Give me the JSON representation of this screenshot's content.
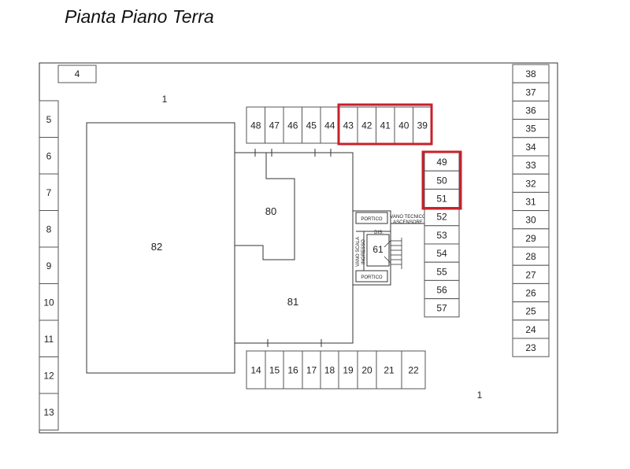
{
  "title": "Pianta Piano Terra",
  "highlight_color": "#c8202a",
  "areas": {
    "courtyard_top": "1",
    "courtyard_bottom": "1",
    "box_4": "4",
    "block_82": "82",
    "block_80": "80",
    "block_81": "81",
    "block_61": "61"
  },
  "stair_core": {
    "portico_top": "PORTICO",
    "vano_tecnico": "VANO TECNICO",
    "ascensore": "ASCENSORE",
    "dis": "DIS.",
    "vano_scala": "VANO SCALA",
    "ingresso": "INGRESSO",
    "portico_bottom": "PORTICO"
  },
  "garages": {
    "left_column": [
      "5",
      "6",
      "7",
      "8",
      "9",
      "10",
      "11",
      "12",
      "13"
    ],
    "right_column": [
      "38",
      "37",
      "36",
      "35",
      "34",
      "33",
      "32",
      "31",
      "30",
      "29",
      "28",
      "27",
      "26",
      "25",
      "24",
      "23"
    ],
    "top_row": [
      "48",
      "47",
      "46",
      "45",
      "44",
      "43",
      "42",
      "41",
      "40",
      "39"
    ],
    "bottom_row": [
      "14",
      "15",
      "16",
      "17",
      "18",
      "19",
      "20",
      "21",
      "22"
    ],
    "middle_column": [
      "49",
      "50",
      "51",
      "52",
      "53",
      "54",
      "55",
      "56",
      "57"
    ]
  },
  "highlighted": [
    "43",
    "42",
    "41",
    "40",
    "39",
    "49",
    "50",
    "51"
  ]
}
